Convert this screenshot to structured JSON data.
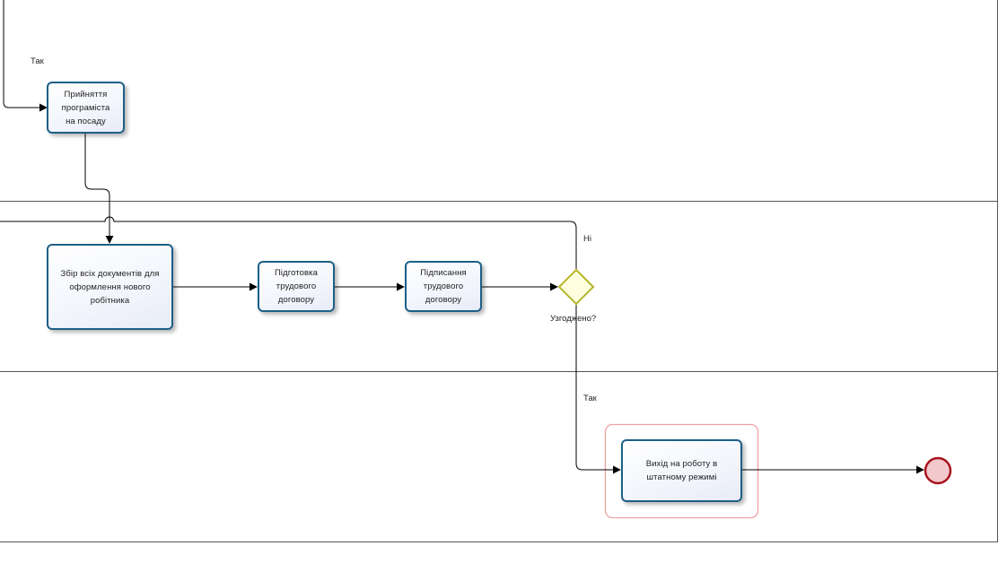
{
  "tasks": {
    "hire": "Прийняття\nпрограміста\nна посаду",
    "collect": "Збір всіх документів для\nоформлення нового\nробітника",
    "prepare": "Підготовка\nтрудового\nдоговору",
    "sign": "Підписання\nтрудового\nдоговору",
    "start_work": "Вихід на роботу в\nштатному режимі"
  },
  "labels": {
    "yes_top": "Так",
    "no": "Ні",
    "gateway": "Узгоджено?",
    "yes_bottom": "Так"
  },
  "colors": {
    "task_border": "#1d5f86",
    "gateway_fill": "#ffffe0",
    "gateway_stroke": "#b5b52a",
    "end_event_fill": "#f2c8cc",
    "end_event_stroke": "#a8141e",
    "group_border": "#f0a0a0",
    "lane_lines": "#555555"
  },
  "icons": {
    "end_event": "end-event-circle",
    "gateway": "exclusive-gateway-diamond"
  }
}
